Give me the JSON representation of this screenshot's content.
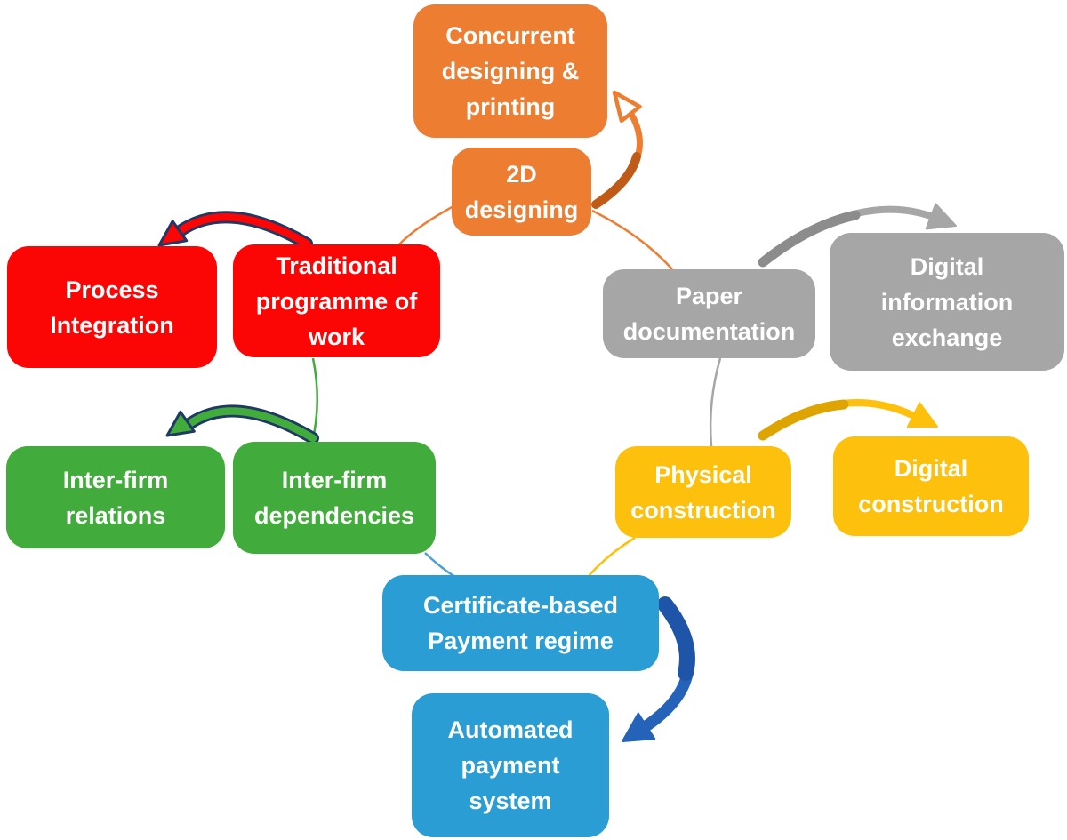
{
  "figure": {
    "type": "cycle-diagram",
    "background": "#FFFFFF",
    "palette": {
      "orange": "#ED7D31",
      "orange_dark": "#C05A17",
      "red": "#FB0505",
      "gray": "#A6A6A6",
      "gray_dark": "#8C8C8C",
      "green": "#41AB3B",
      "yellow": "#FDC00D",
      "yellow_dark": "#DEA400",
      "sky_blue": "#299DD4",
      "royal_blue": "#2563B8",
      "royal_blue_dark": "#1F55A8",
      "navy_outline": "#203864",
      "light_blue_link": "#4D9FD6",
      "text": "#FFFFFF"
    },
    "nodes": {
      "concurrent": {
        "label": [
          "Concurrent",
          "designing &",
          "printing"
        ],
        "color": "#ED7D31"
      },
      "twod": {
        "label": [
          "2D",
          "designing"
        ],
        "color": "#ED7D31"
      },
      "process": {
        "label": [
          "Process",
          "Integration"
        ],
        "color": "#FB0505"
      },
      "traditional": {
        "label": [
          "Traditional",
          "programme of",
          "work"
        ],
        "color": "#FB0505"
      },
      "paper": {
        "label": [
          "Paper",
          "documentation"
        ],
        "color": "#A6A6A6"
      },
      "dinfo": {
        "label": [
          "Digital",
          "information",
          "exchange"
        ],
        "color": "#A6A6A6"
      },
      "irel": {
        "label": [
          "Inter-firm",
          "relations"
        ],
        "color": "#41AB3B"
      },
      "idep": {
        "label": [
          "Inter-firm",
          "dependencies"
        ],
        "color": "#41AB3B"
      },
      "phys": {
        "label": [
          "Physical",
          "construction"
        ],
        "color": "#FDC00D"
      },
      "dcon": {
        "label": [
          "Digital",
          "construction"
        ],
        "color": "#FDC00D"
      },
      "cert": {
        "label": [
          "Certificate-based",
          "Payment regime"
        ],
        "color": "#299DD4"
      },
      "auto": {
        "label": [
          "Automated",
          "payment",
          "system"
        ],
        "color": "#299DD4"
      }
    },
    "arrows": [
      {
        "from": "2D designing",
        "to": "Concurrent designing & printing",
        "color": "#ED7D31",
        "style": "open-head curved arrow"
      },
      {
        "from": "Traditional programme of work",
        "to": "Process Integration",
        "color": "#FB0505",
        "outline": "#203864",
        "style": "curved arrow"
      },
      {
        "from": "Inter-firm dependencies",
        "to": "Inter-firm relations",
        "color": "#41AB3B",
        "outline": "#203864",
        "style": "curved arrow"
      },
      {
        "from": "Paper documentation",
        "to": "Digital information exchange",
        "color": "#A6A6A6",
        "style": "curved arrow"
      },
      {
        "from": "Physical construction",
        "to": "Digital construction",
        "color": "#FDC00D",
        "style": "curved arrow"
      },
      {
        "from": "Certificate-based Payment regime",
        "to": "Automated payment system",
        "color": "#2563B8",
        "style": "curved arrow"
      }
    ],
    "ring_links": [
      {
        "from": "2D designing",
        "to": "Traditional programme of work",
        "color": "#ED7D31"
      },
      {
        "from": "2D designing",
        "to": "Paper documentation",
        "color": "#ED7D31"
      },
      {
        "from": "Paper documentation",
        "to": "Physical construction",
        "color": "#A6A6A6"
      },
      {
        "from": "Physical construction",
        "to": "Certificate-based Payment regime",
        "color": "#FDC00D"
      },
      {
        "from": "Inter-firm dependencies",
        "to": "Certificate-based Payment regime",
        "color": "#4D9FD6"
      },
      {
        "from": "Traditional programme of work",
        "to": "Inter-firm dependencies",
        "color": "#41AB3B"
      }
    ]
  }
}
